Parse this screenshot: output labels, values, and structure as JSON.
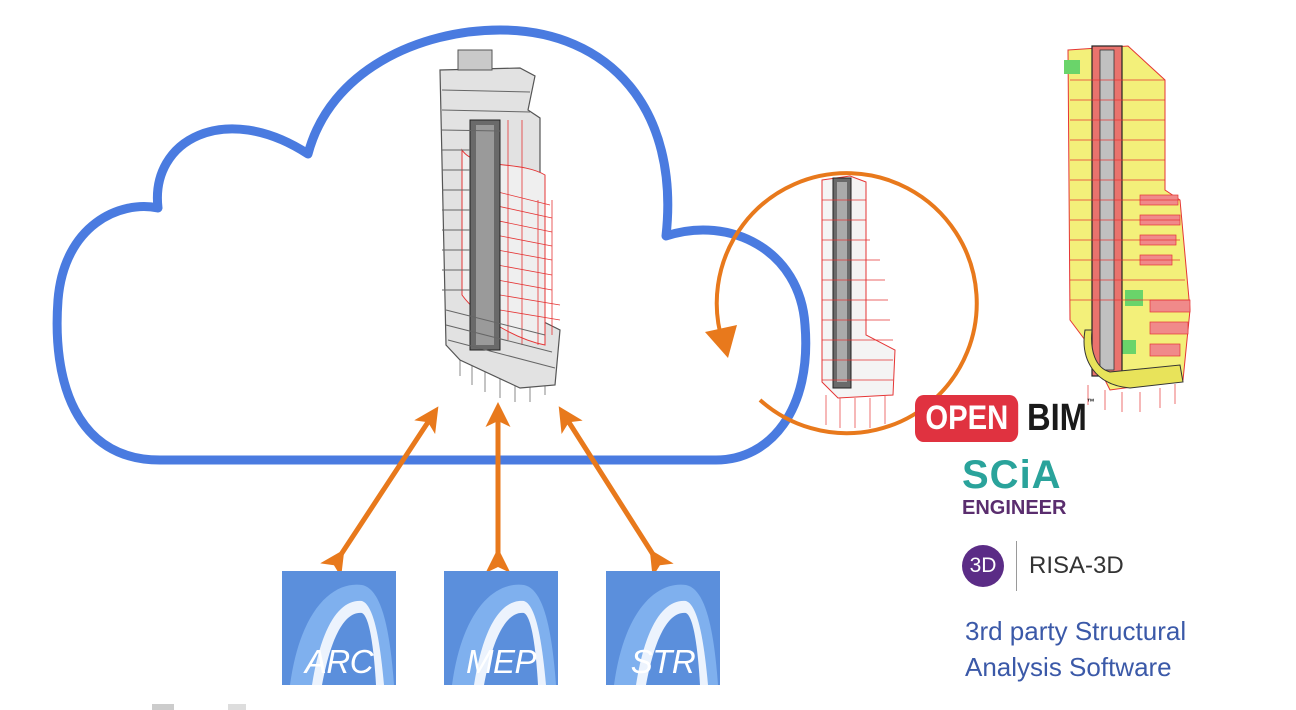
{
  "colors": {
    "cloud": "#4a7be0",
    "arrow": "#e8791c",
    "icon_blue": "#5b8fdc",
    "openbim_red": "#e03240",
    "scia_teal": "#2aa39b",
    "scia_purple": "#5a2d6e",
    "risa_purple": "#5b2c86",
    "caption_blue": "#3b59a8"
  },
  "apps": [
    {
      "label": "ARC"
    },
    {
      "label": "MEP"
    },
    {
      "label": "STR"
    }
  ],
  "logos": {
    "openbim": {
      "open": "OPEN",
      "bim": "BIM",
      "tm": "™"
    },
    "scia": {
      "line1": "SCiA",
      "line2": "ENGINEER"
    },
    "risa": {
      "badge": "3D",
      "name": "RISA-3D"
    }
  },
  "caption": {
    "line1": "3rd party Structural",
    "line2": "Analysis Software"
  }
}
